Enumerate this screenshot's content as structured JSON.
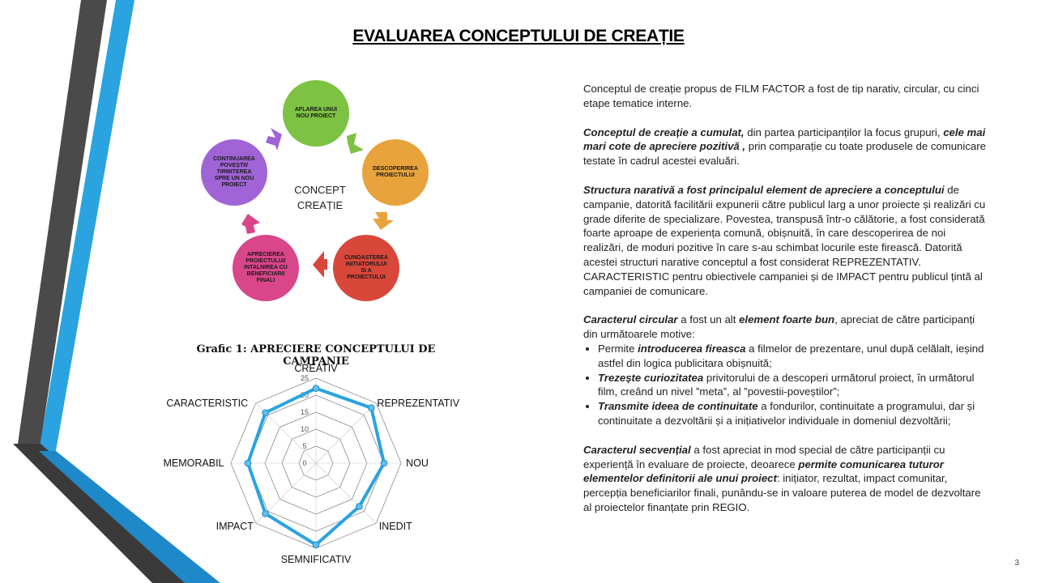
{
  "title": "EVALUAREA CONCEPTULUI DE CREAȚIE",
  "page_number": "3",
  "cycle": {
    "center_line1": "CONCEPT",
    "center_line2": "CREAȚIE",
    "steps": [
      {
        "label": "AFLAREA UNUI NOU PROIECT",
        "color": "#7dc242"
      },
      {
        "label": "DESCOPERIREA PROIECTULUI",
        "color": "#e8a33d"
      },
      {
        "label": "CUNOASTEREA INITIATORULUI SI A PROIECTULUI",
        "color": "#d9463a"
      },
      {
        "label": "APRECIEREA PROIECTULUI/ INTALNIREA CU BENEFICIARII FINALI",
        "color": "#d9468a"
      },
      {
        "label": "CONTINUAREA POVEȘTII/ TIRMITEREA SPRE UN NOU PROIECT",
        "color": "#a064d6"
      }
    ]
  },
  "colors": {
    "accent_blue": "#2aa3e0",
    "dark_gray": "#4a4a4a"
  },
  "chart_title": "Grafic 1: APRECIERE CONCEPTULUI DE CAMPANIE",
  "chart_data": {
    "type": "radar",
    "title": "Grafic 1: APRECIERE CONCEPTULUI DE CAMPANIE",
    "categories": [
      "CREATIV",
      "REPREZENTATIV",
      "NOU",
      "INEDIT",
      "SEMNIFICATIV",
      "IMPACT",
      "MEMORABIL",
      "CARACTERISTIC"
    ],
    "values": [
      22,
      23,
      20,
      18,
      24,
      21,
      20,
      21
    ],
    "ticks": [
      0,
      5,
      10,
      15,
      20,
      25
    ],
    "range": [
      0,
      25
    ],
    "series_color": "#2aa3e0"
  },
  "text": {
    "p1": "Conceptul de creație propus de FILM FACTOR a fost de tip narativ, circular, cu cinci  etape tematice interne.",
    "p2_b1": "Conceptul de creație a cumulat,",
    "p2_t1": " din  partea participanților  la focus grupuri,  ",
    "p2_b2": "cele mai mari cote de apreciere pozitivă ,",
    "p2_t2": " prin comparație cu toate produsele de comunicare testate în cadrul acestei evaluări.",
    "p3_b1": "Structura narativă a fost principalul element de apreciere a conceptului",
    "p3_t1": " de campanie, datorită facilitării  expunerii către publicul larg a unor proiecte și realizări cu grade diferite de specializare. Povestea, transpusă într-o călătorie,  a fost considerată foarte aproape de experiența comună, obișnuită,  în care descoperirea de noi realizări,  de moduri pozitive în care s-au schimbat locurile  este firească. Datorită acestei structuri narative conceptul a fost considerat REPREZENTATIV. CARACTERISTIC pentru obiectivele campaniei și de IMPACT pentru publicul  țintă al campaniei de comunicare.",
    "p4_b1": "Caracterul circular",
    "p4_t1": " a fost un alt  ",
    "p4_b2": "element foarte bun",
    "p4_t2": ", apreciat de către participanți  din  următoarele motive:",
    "li1_t0": "Permite ",
    "li1_b": "introducerea fireasca",
    "li1_t": " a filmelor  de prezentare, unul după celălalt,  ieșind  astfel din logica publicitara  obișnuită;",
    "li2_b": "Trezește curiozitatea",
    "li2_t": " privitorului  de a descoperi următorul proiect,  în următorul film,  creând un nivel ”meta”, al ”povestii-poveștilor”;",
    "li3_b": "Transmite ideea de continuitate",
    "li3_t": " a fondurilor,  continuitate  a programului, dar și continuitate  a dezvoltării și a inițiativelor  individuale  in domeniul dezvoltării;",
    "p5_b1": "Caracterul secvențial",
    "p5_t1": " a fost apreciat  in mod special de către participanții cu experiență în evaluare de proiecte, deoarece ",
    "p5_b2": "permite comunicarea tuturor elementelor definitorii ale unui proiect",
    "p5_t2": ": inițiator,  rezultat, impact comunitar, percepția beneficiarilor  finali, punându-se in valoare puterea de model de dezvoltare al proiectelor  finanțate prin  REGIO."
  }
}
